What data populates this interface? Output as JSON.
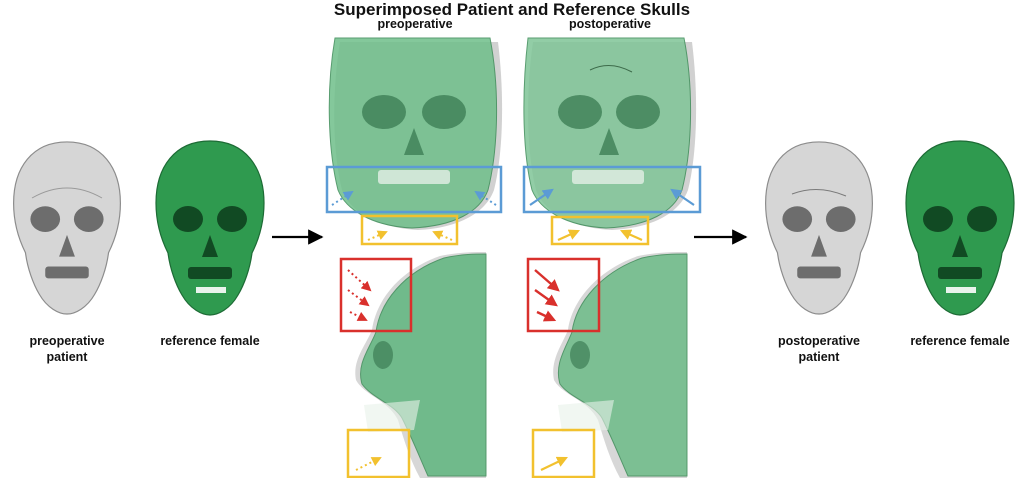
{
  "title": "Superimposed Patient and Reference Skulls",
  "columns": {
    "pre": "preoperative",
    "post": "postoperative"
  },
  "captions": {
    "pre_patient_l1": "preoperative",
    "pre_patient_l2": "patient",
    "ref_female_left": "reference female",
    "post_patient_l1": "postoperative",
    "post_patient_l2": "patient",
    "ref_female_right": "reference female"
  },
  "colors": {
    "patient_skull": "#d8d8d8",
    "reference_skull": "#2f9a4f",
    "overlay_green": "#7ec79a",
    "box_blue": "#5b9bd5",
    "box_yellow": "#f2c12e",
    "box_red": "#d9302c",
    "arrow_black": "#000000"
  }
}
